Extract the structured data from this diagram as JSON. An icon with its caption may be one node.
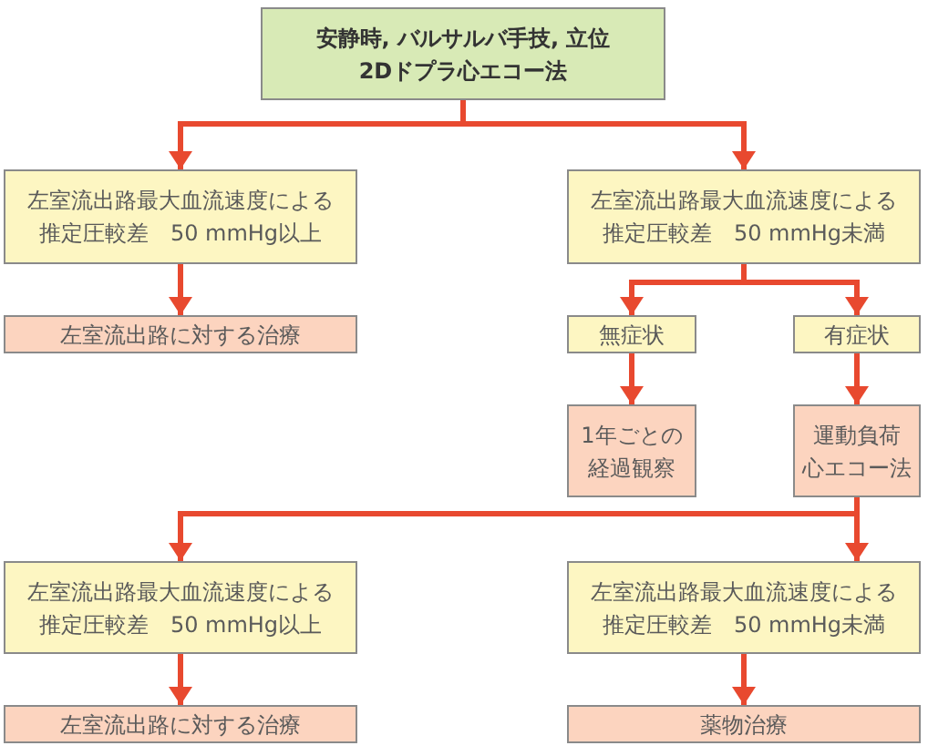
{
  "diagram": {
    "nodes": [
      {
        "text": [
          "安静時, バルサルバ手技, 立位2Dドプラ心エコー法"
        ]
      },
      {
        "text": [
          "左室流出路最大血流速度による推定圧較差　50 mmHg以上"
        ]
      },
      {
        "text": [
          "左室流出路最大血流速度による推定圧較差　50 mmHg未満"
        ]
      },
      {
        "text": [
          "左室流出路に対する治療"
        ]
      },
      {
        "text": [
          "無症状"
        ]
      },
      {
        "text": [
          "有症状"
        ]
      },
      {
        "text": [
          "1年ごとの経過観察"
        ]
      },
      {
        "text": [
          "運動負荷心エコー法"
        ]
      },
      {
        "text": [
          "左室流出路最大血流速度による推定圧較差　50 mmHg以上"
        ]
      },
      {
        "text": [
          "左室流出路最大血流速度による推定圧較差　50 mmHg未満"
        ]
      },
      {
        "text": [
          "左室流出路に対する治療"
        ]
      },
      {
        "text": [
          "薬物治療"
        ]
      }
    ],
    "edges": [
      {
        "from": 0,
        "to": 1,
        "arrow": "to"
      },
      {
        "from": 0,
        "to": 2,
        "arrow": "to"
      },
      {
        "from": 1,
        "to": 3,
        "arrow": "to"
      },
      {
        "from": 2,
        "to": 4,
        "arrow": "to"
      },
      {
        "from": 2,
        "to": 5,
        "arrow": "to"
      },
      {
        "from": 4,
        "to": 6,
        "arrow": "to"
      },
      {
        "from": 5,
        "to": 7,
        "arrow": "to"
      },
      {
        "from": 7,
        "to": 8,
        "arrow": "to"
      },
      {
        "from": 7,
        "to": 9,
        "arrow": "to"
      },
      {
        "from": 8,
        "to": 10,
        "arrow": "to"
      },
      {
        "from": 9,
        "to": 11,
        "arrow": "to"
      }
    ]
  }
}
